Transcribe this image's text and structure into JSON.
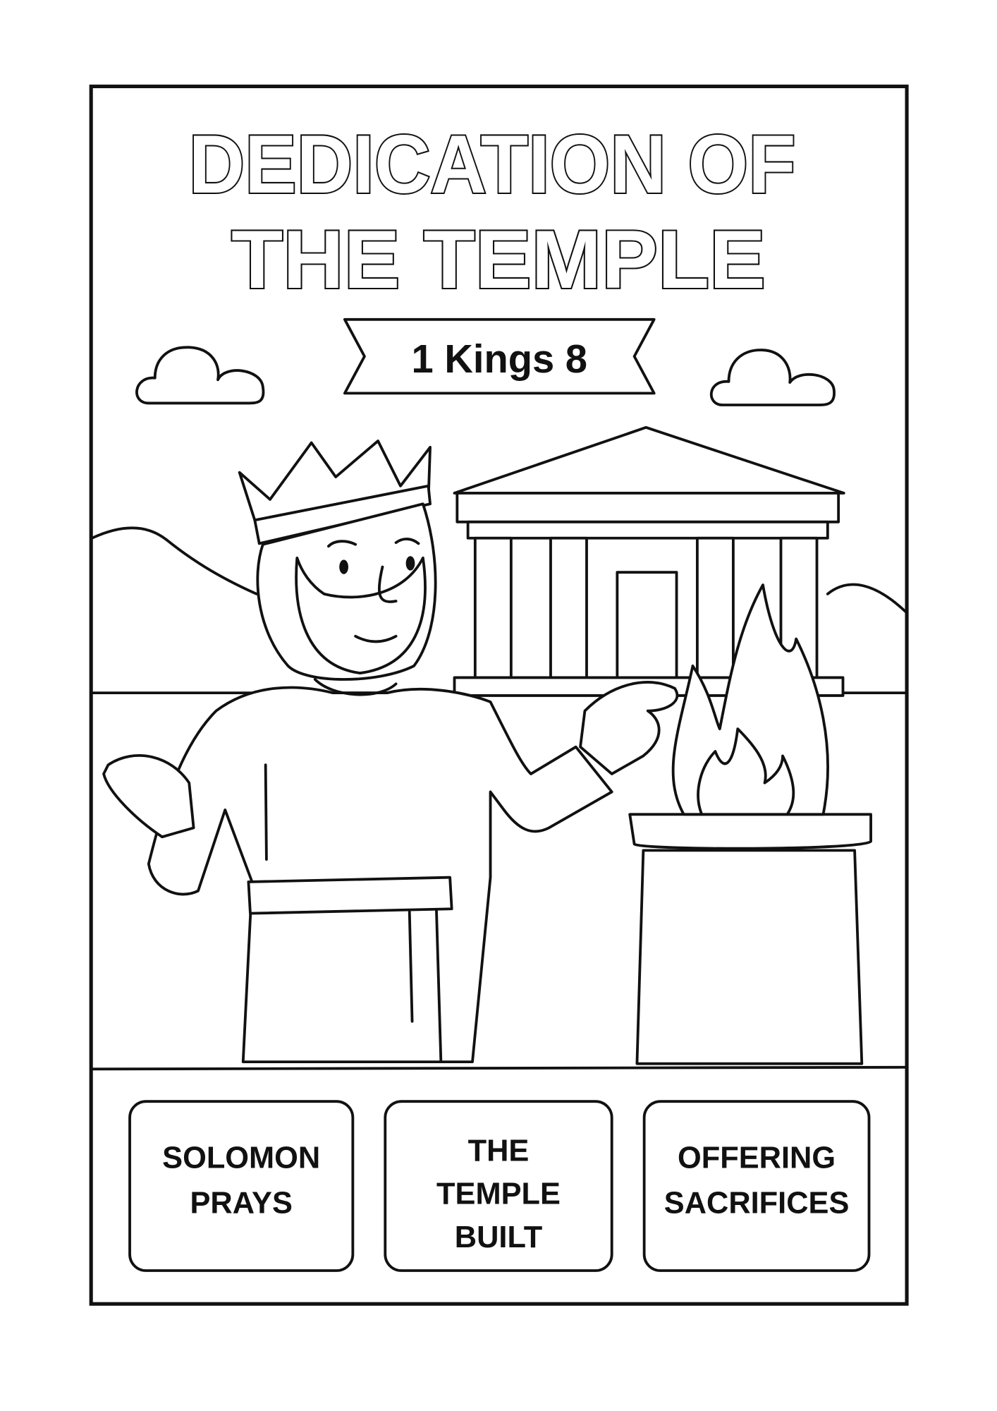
{
  "title": {
    "line1": "DEDICATION OF",
    "line2": "THE TEMPLE"
  },
  "reference": "1 Kings 8",
  "boxes": [
    {
      "lines": [
        "SOLOMON",
        "PRAYS"
      ]
    },
    {
      "lines": [
        "THE",
        "TEMPLE",
        "BUILT"
      ]
    },
    {
      "lines": [
        "OFFERING",
        "SACRIFICES"
      ]
    }
  ],
  "colors": {
    "ink": "#111111",
    "paper": "#ffffff"
  }
}
